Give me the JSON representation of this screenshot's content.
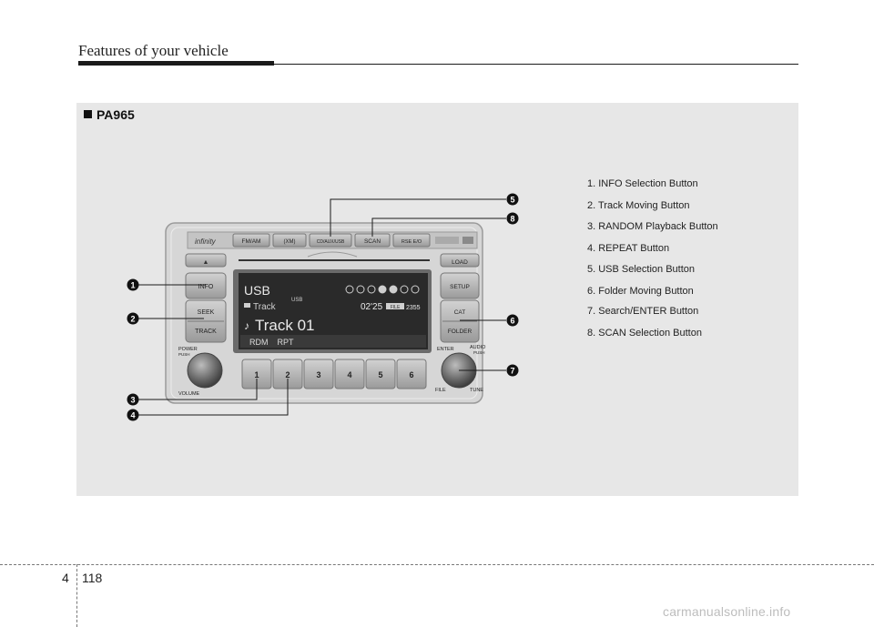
{
  "header": {
    "title": "Features of your vehicle"
  },
  "figure": {
    "model": "PA965",
    "top_buttons": [
      "FM/AM",
      "(XM)",
      "CD/AUX/USB",
      "SCAN",
      "RSE E/O"
    ],
    "brand": "infinity",
    "left_buttons": {
      "eject": "▲",
      "info": "INFO",
      "seek": "SEEK",
      "track": "TRACK"
    },
    "right_buttons": {
      "load": "LOAD",
      "setup": "SETUP",
      "cat": "CAT",
      "folder": "FOLDER"
    },
    "display": {
      "source": "USB",
      "track_label": "Track",
      "sub_label": "USB",
      "time": "02'25",
      "file_tag": "FILE",
      "file_no": "2355",
      "track_big": "Track 01",
      "modes": "RDM    RPT"
    },
    "presets": [
      "1",
      "2",
      "3",
      "4",
      "5",
      "6"
    ],
    "knob_labels": {
      "power": "POWER",
      "push_l": "PUSH",
      "volume": "VOLUME",
      "enter": "ENTER",
      "audio": "AUDIO",
      "push_r": "PUSH",
      "file": "FILE",
      "tune": "TUNE"
    },
    "callouts": [
      "1",
      "2",
      "3",
      "4",
      "5",
      "6",
      "7",
      "8"
    ]
  },
  "legend": [
    "1. INFO Selection Button",
    "2. Track Moving Button",
    "3. RANDOM Playback Button",
    "4. REPEAT Button",
    "5. USB Selection Button",
    "6. Folder Moving Button",
    "7. Search/ENTER Button",
    "8. SCAN Selection Button"
  ],
  "footer": {
    "section": "4",
    "page": "118"
  },
  "watermark": "carmanualsonline.info",
  "colors": {
    "panel": "#e7e7e7",
    "radio_face": "#d6d6d6",
    "display": "#2a2a2a",
    "ink": "#1a1a1a"
  }
}
